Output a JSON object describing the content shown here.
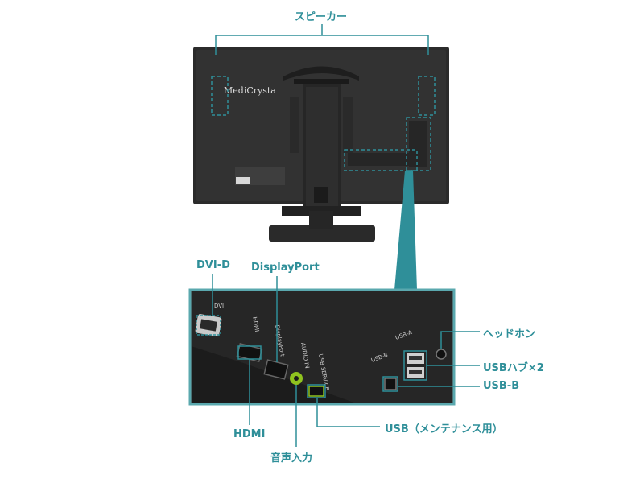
{
  "labels": {
    "speaker": "スピーカー",
    "dvi": "DVI-D",
    "displayport": "DisplayPort",
    "hdmi": "HDMI",
    "audio_in": "音声入力",
    "usb_maintenance": "USB（メンテナンス用）",
    "headphone": "ヘッドホン",
    "usb_hub": "USBハブ×2",
    "usb_b": "USB-B"
  },
  "brand": "MediCrysta",
  "port_labels": {
    "dvi": "DVI",
    "hdmi": "HDMI",
    "displayport": "DisplayPort",
    "audio": "AUDIO IN",
    "usb_service": "USB SERVICE",
    "usb_a": "USB-A",
    "usb_b": "USB-B"
  },
  "colors": {
    "accent": "#2f8f99",
    "monitor_body": "#2a2a2a",
    "inset_border": "#5aa8ae",
    "audio_jack": "#8fc31f"
  }
}
